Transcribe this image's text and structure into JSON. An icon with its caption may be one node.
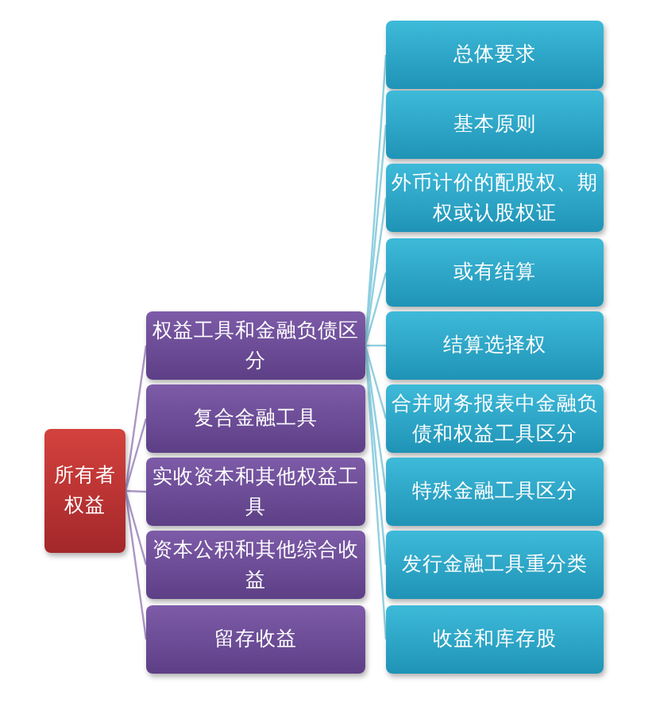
{
  "diagram": {
    "nodes": [
      {
        "text": [
          "所有者权益"
        ]
      },
      {
        "text": [
          "权益工具和金融负债区分"
        ]
      },
      {
        "text": [
          "复合金融工具"
        ]
      },
      {
        "text": [
          "实收资本和其他权益工具"
        ]
      },
      {
        "text": [
          "资本公积和其他综合收益"
        ]
      },
      {
        "text": [
          "留存收益"
        ]
      },
      {
        "text": [
          "总体要求"
        ]
      },
      {
        "text": [
          "基本原则"
        ]
      },
      {
        "text": [
          "外币计价的配股权、期权或认股权证"
        ]
      },
      {
        "text": [
          "或有结算"
        ]
      },
      {
        "text": [
          "结算选择权"
        ]
      },
      {
        "text": [
          "合并财务报表中金融负债和权益工具区分"
        ]
      },
      {
        "text": [
          "特殊金融工具区分"
        ]
      },
      {
        "text": [
          "发行金融工具重分类"
        ]
      },
      {
        "text": [
          "收益和库存股"
        ]
      }
    ],
    "edges": [
      {
        "from": 0,
        "to": 1,
        "arrow": "none"
      },
      {
        "from": 0,
        "to": 2,
        "arrow": "none"
      },
      {
        "from": 0,
        "to": 3,
        "arrow": "none"
      },
      {
        "from": 0,
        "to": 4,
        "arrow": "none"
      },
      {
        "from": 0,
        "to": 5,
        "arrow": "none"
      },
      {
        "from": 1,
        "to": 6,
        "arrow": "none"
      },
      {
        "from": 1,
        "to": 7,
        "arrow": "none"
      },
      {
        "from": 1,
        "to": 8,
        "arrow": "none"
      },
      {
        "from": 1,
        "to": 9,
        "arrow": "none"
      },
      {
        "from": 1,
        "to": 10,
        "arrow": "none"
      },
      {
        "from": 1,
        "to": 11,
        "arrow": "none"
      },
      {
        "from": 1,
        "to": 12,
        "arrow": "none"
      },
      {
        "from": 1,
        "to": 13,
        "arrow": "none"
      },
      {
        "from": 1,
        "to": 14,
        "arrow": "none"
      }
    ]
  }
}
